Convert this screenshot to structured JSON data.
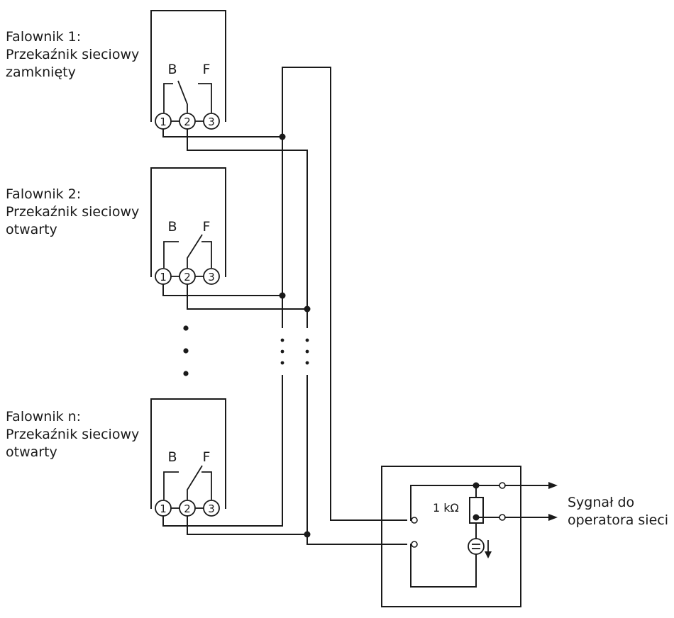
{
  "inverters": [
    {
      "title": "Falownik 1:",
      "line2": "Przekaźnik sieciowy",
      "line3": "zamknięty",
      "contact_b": "B",
      "contact_f": "F",
      "terminals": [
        "1",
        "2",
        "3"
      ],
      "relay_state": "closed"
    },
    {
      "title": "Falownik 2:",
      "line2": "Przekaźnik sieciowy",
      "line3": "otwarty",
      "contact_b": "B",
      "contact_f": "F",
      "terminals": [
        "1",
        "2",
        "3"
      ],
      "relay_state": "open"
    },
    {
      "title": "Falownik n:",
      "line2": "Przekaźnik sieciowy",
      "line3": "otwarty",
      "contact_b": "B",
      "contact_f": "F",
      "terminals": [
        "1",
        "2",
        "3"
      ],
      "relay_state": "open"
    }
  ],
  "circuit": {
    "resistor_label": "1 kΩ",
    "output_label_line1": "Sygnał do",
    "output_label_line2": "operatora sieci"
  },
  "colors": {
    "line": "#1a1a1a",
    "background": "#ffffff"
  }
}
